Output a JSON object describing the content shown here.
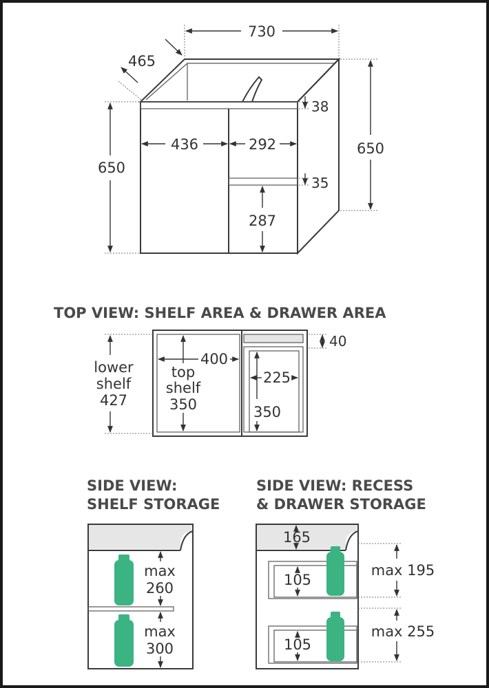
{
  "main_view": {
    "width": "730",
    "depth": "465",
    "height_left": "650",
    "height_right": "650",
    "door_width": "436",
    "drawer_width": "292",
    "top_rail": "38",
    "drawer_rail": "35",
    "drawer_height": "287"
  },
  "top_view": {
    "heading": "TOP VIEW: SHELF AREA & DRAWER AREA",
    "lower_shelf_line1": "lower",
    "lower_shelf_line2": "shelf",
    "lower_shelf_value": "427",
    "shelf_width": "400",
    "top_shelf_line1": "top",
    "top_shelf_line2": "shelf",
    "top_shelf_value": "350",
    "rail": "40",
    "drawer_width": "225",
    "drawer_depth": "350"
  },
  "side_shelf": {
    "heading_line1": "SIDE VIEW:",
    "heading_line2": "SHELF STORAGE",
    "upper_max_label": "max",
    "upper_max_value": "260",
    "lower_max_label": "max",
    "lower_max_value": "300"
  },
  "side_recess": {
    "heading_line1": "SIDE VIEW: RECESS",
    "heading_line2": "& DRAWER STORAGE",
    "recess_height": "165",
    "upper_drawer_inner": "105",
    "lower_drawer_inner": "105",
    "upper_max": "max 195",
    "lower_max": "max 255"
  },
  "colors": {
    "bottle": "#3bb383",
    "outline": "#3a3a3a",
    "shade": "#e6e6e6"
  }
}
